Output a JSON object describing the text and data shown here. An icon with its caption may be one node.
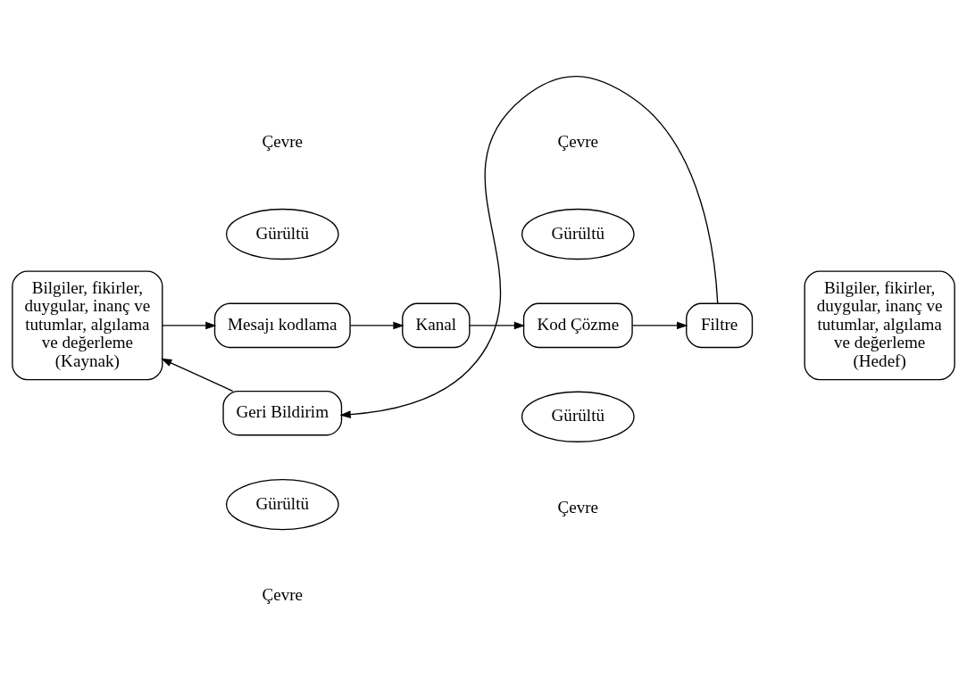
{
  "diagram": {
    "nodes": [
      {
        "text": [
          "Gürültü"
        ]
      },
      {
        "text": [
          "Gürültü"
        ]
      },
      {
        "text": [
          "Bilgiler, fikirler, duygular, inanç ve tutumlar, algılama ve değerleme",
          "(Kaynak)"
        ]
      },
      {
        "text": [
          "Mesajı kodlama"
        ]
      },
      {
        "text": [
          "Kanal"
        ]
      },
      {
        "text": [
          "Kod Çözme"
        ]
      },
      {
        "text": [
          "Filtre"
        ]
      },
      {
        "text": [
          "Bilgiler, fikirler, duygular, inanç ve tutumlar, algılama ve değerleme",
          "(Hedef)"
        ]
      },
      {
        "text": [
          "Geri Bildirim"
        ]
      },
      {
        "text": [
          "Gürültü"
        ]
      },
      {
        "text": [
          "Gürültü"
        ]
      }
    ],
    "edges": [
      {
        "from": 2,
        "to": 3,
        "arrow": "to"
      },
      {
        "from": 3,
        "to": 4,
        "arrow": "to"
      },
      {
        "from": 4,
        "to": 5,
        "arrow": "to"
      },
      {
        "from": 5,
        "to": 6,
        "arrow": "to"
      },
      {
        "from": 6,
        "to": 8,
        "arrow": "to"
      },
      {
        "from": 8,
        "to": 2,
        "arrow": "to"
      }
    ],
    "labels": [
      "Çevre",
      "Çevre",
      "Çevre",
      "Çevre"
    ]
  }
}
